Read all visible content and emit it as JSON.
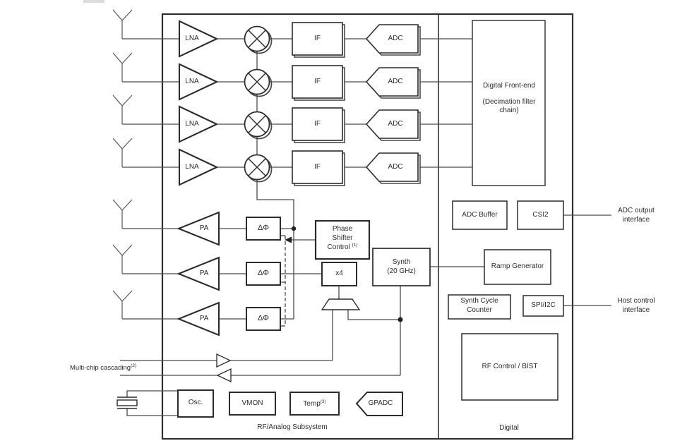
{
  "sections": {
    "rf_analog": "RF/Analog Subsystem",
    "digital": "Digital"
  },
  "rx_chain": {
    "lna": "LNA",
    "if": "IF",
    "adc": "ADC"
  },
  "tx_chain": {
    "pa": "PA",
    "phase_shifter": "ΔΦ"
  },
  "blocks": {
    "digital_front_end_title": "Digital Front-end",
    "digital_front_end_sub": "(Decimation filter chain)",
    "adc_buffer": "ADC Buffer",
    "csi2": "CSI2",
    "ramp_generator": "Ramp Generator",
    "synth_cycle_counter_l1": "Synth Cycle",
    "synth_cycle_counter_l2": "Counter",
    "spi_i2c": "SPI/I2C",
    "rf_control_bist": "RF Control / BIST",
    "psc_l1": "Phase",
    "psc_l2": "Shifter",
    "psc_l3": "Control",
    "psc_sup": "(1)",
    "multiplier": "x4",
    "synth_l1": "Synth",
    "synth_l2": "(20 GHz)",
    "osc": "Osc.",
    "vmon": "VMON",
    "temp": "Temp",
    "temp_sup": "(3)",
    "gpadc": "GPADC"
  },
  "external": {
    "adc_output_l1": "ADC output",
    "adc_output_l2": "interface",
    "host_control_l1": "Host control",
    "host_control_l2": "interface",
    "multichip": "Multi-chip cascading",
    "multichip_sup": "(2)"
  },
  "colors": {
    "wire": "#4a4a4a",
    "border": "#2b2b2b",
    "background": "#ffffff"
  }
}
